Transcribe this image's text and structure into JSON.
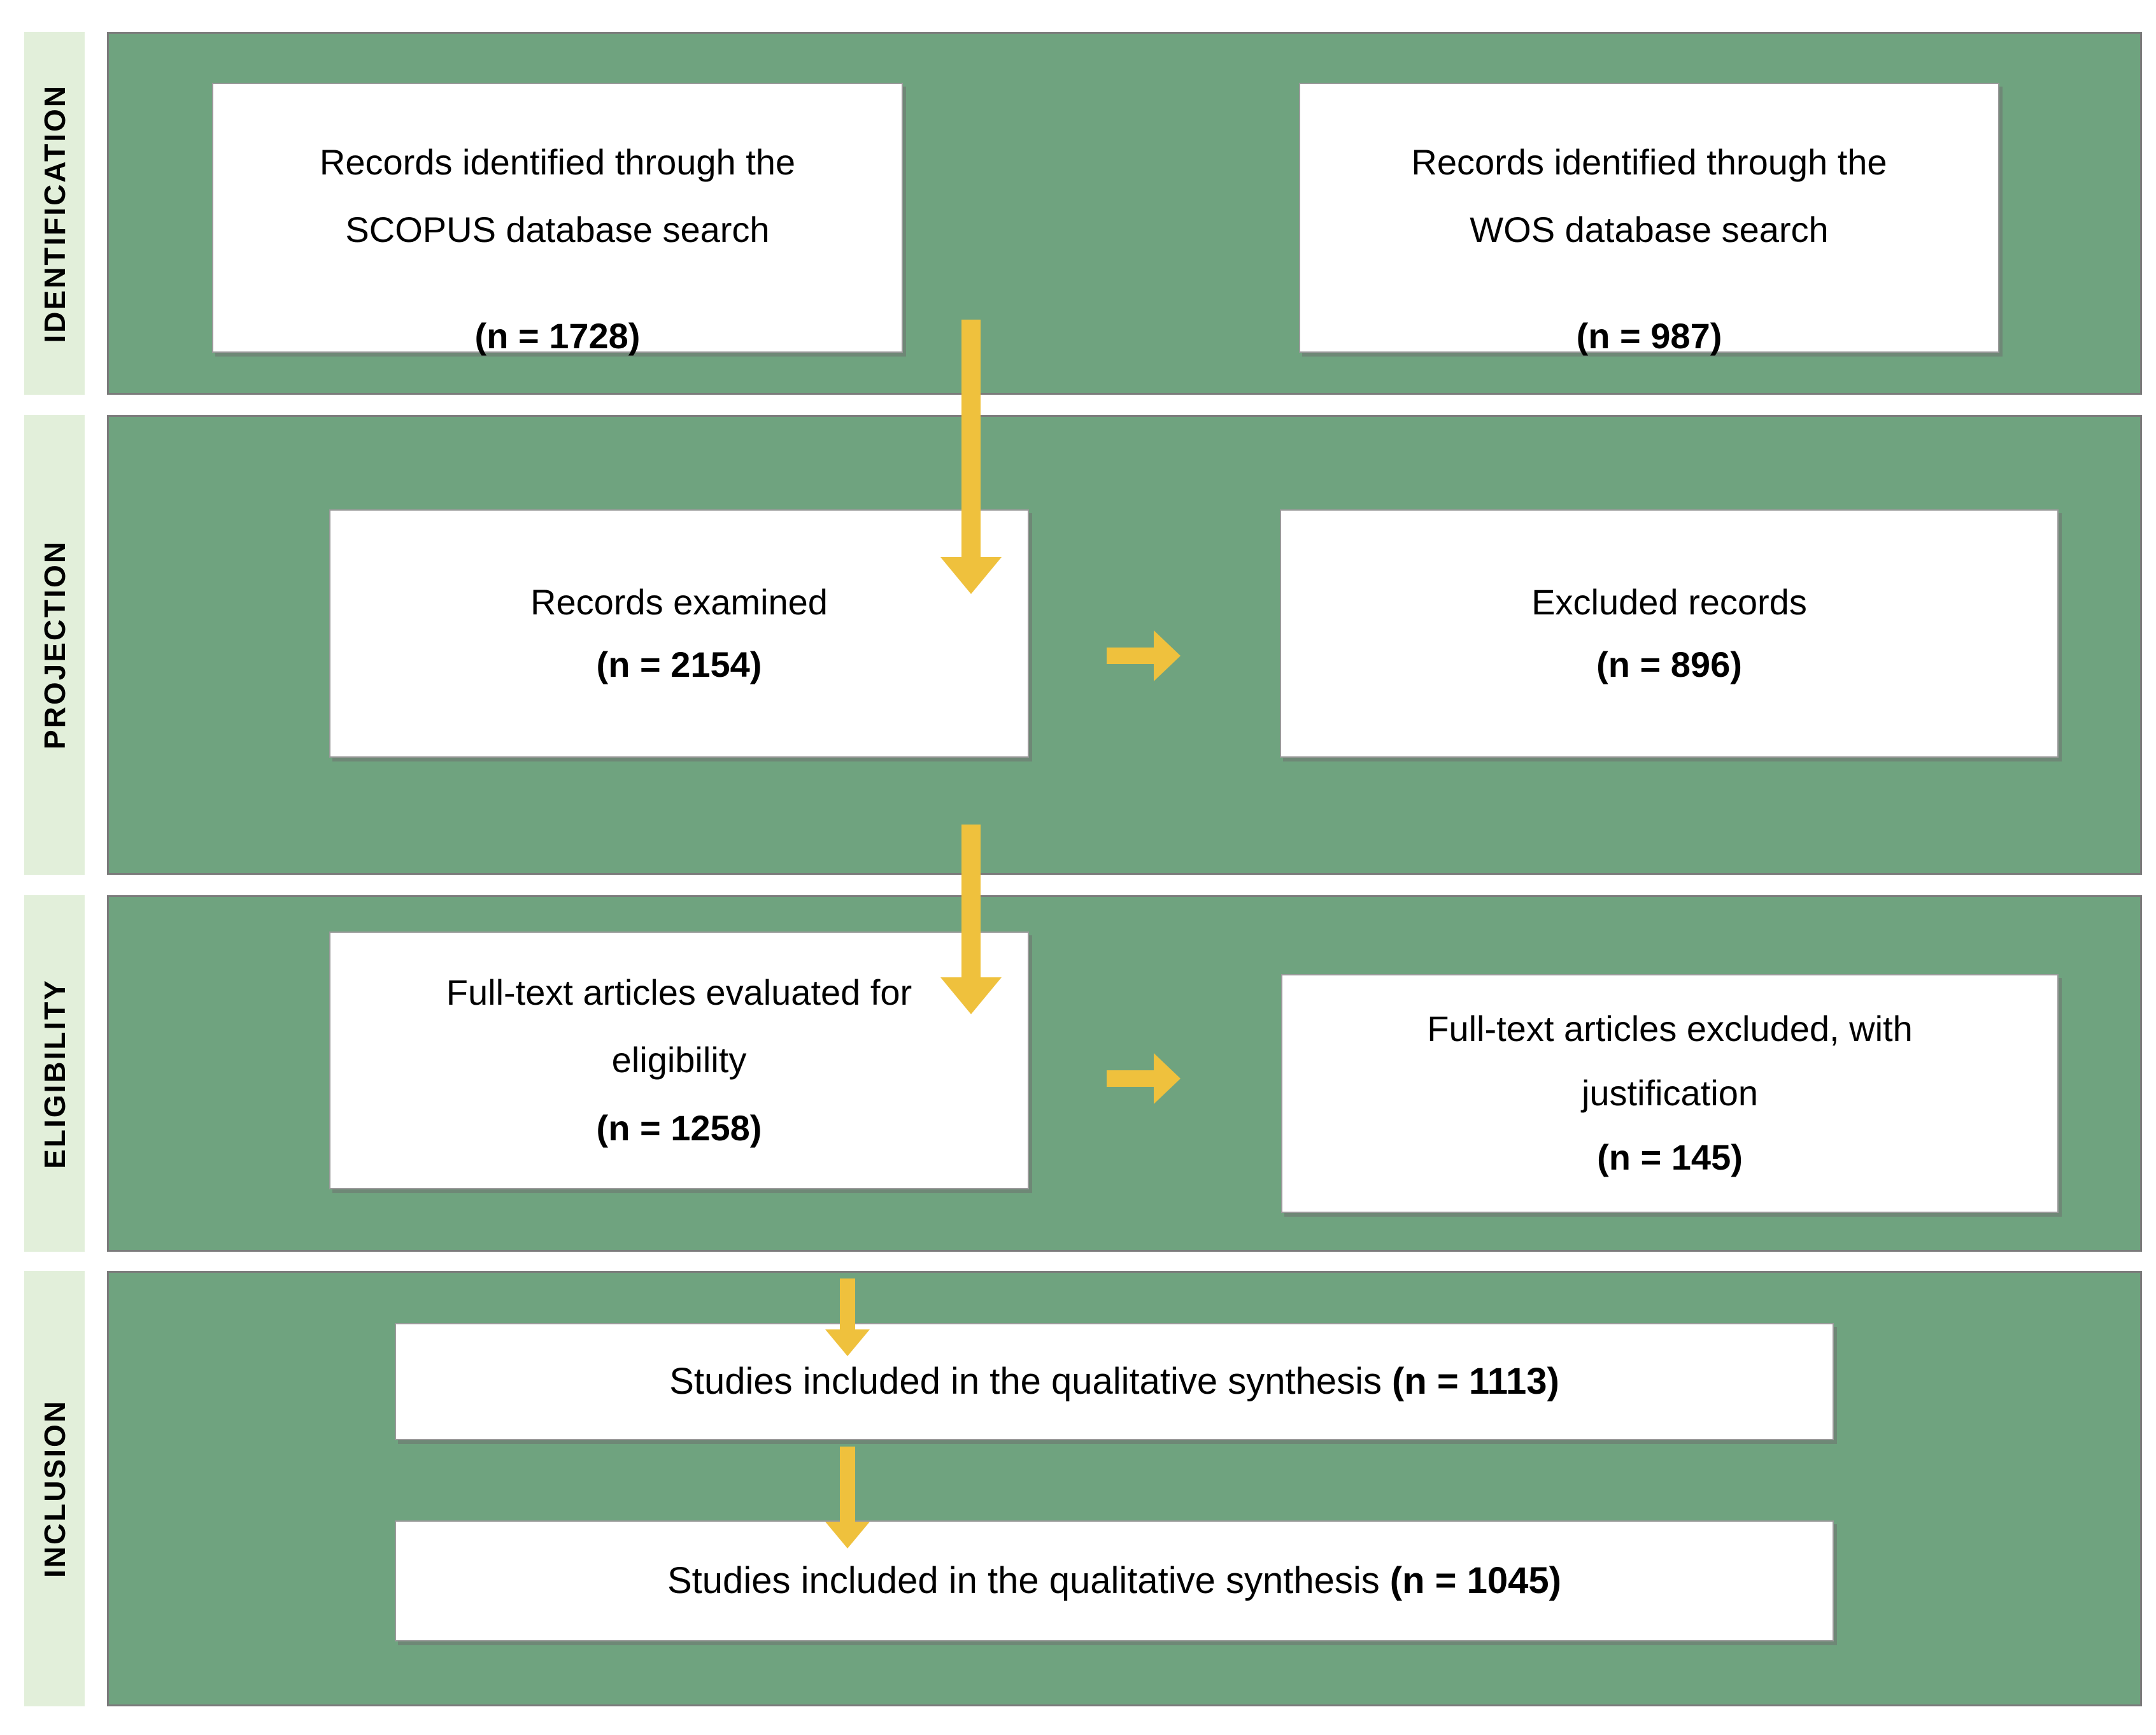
{
  "colors": {
    "panel_green": "#6fa37f",
    "sidebar_green": "#e2efda",
    "arrow_gold": "#efc13d",
    "panel_border": "#7b7b7b",
    "box_border": "#9a9a9a",
    "text_black": "#000000",
    "page_bg": "#ffffff"
  },
  "stages": [
    {
      "label": "IDENTIFICATION"
    },
    {
      "label": "PROJECTION"
    },
    {
      "label": "ELIGIBILITY"
    },
    {
      "label": "INCLUSION"
    }
  ],
  "row1": {
    "left_box": {
      "title_line1": "Records identified through the",
      "title_line2": "SCOPUS database search",
      "count": "(n = 1728)"
    },
    "right_box": {
      "title_line1": "Records identified through the",
      "title_line2": "WOS database search",
      "count": "(n = 987)"
    }
  },
  "row2": {
    "left_box": {
      "title": "Records examined",
      "count": "(n = 2154)"
    },
    "right_box": {
      "title": "Excluded records",
      "count": "(n = 896)"
    }
  },
  "row3": {
    "left_box": {
      "title_line1": "Full-text articles evaluated for",
      "title_line2": "eligibility",
      "count": "(n = 1258)"
    },
    "right_box": {
      "title_line1": "Full-text articles excluded, with",
      "title_line2": "justification",
      "count": "(n = 145)"
    }
  },
  "row4": {
    "top_box": {
      "text": "Studies included in the qualitative synthesis",
      "count": "(n = 1113)"
    },
    "bottom_box": {
      "text": "Studies included in the qualitative synthesis",
      "count": "(n = 1045)"
    }
  }
}
